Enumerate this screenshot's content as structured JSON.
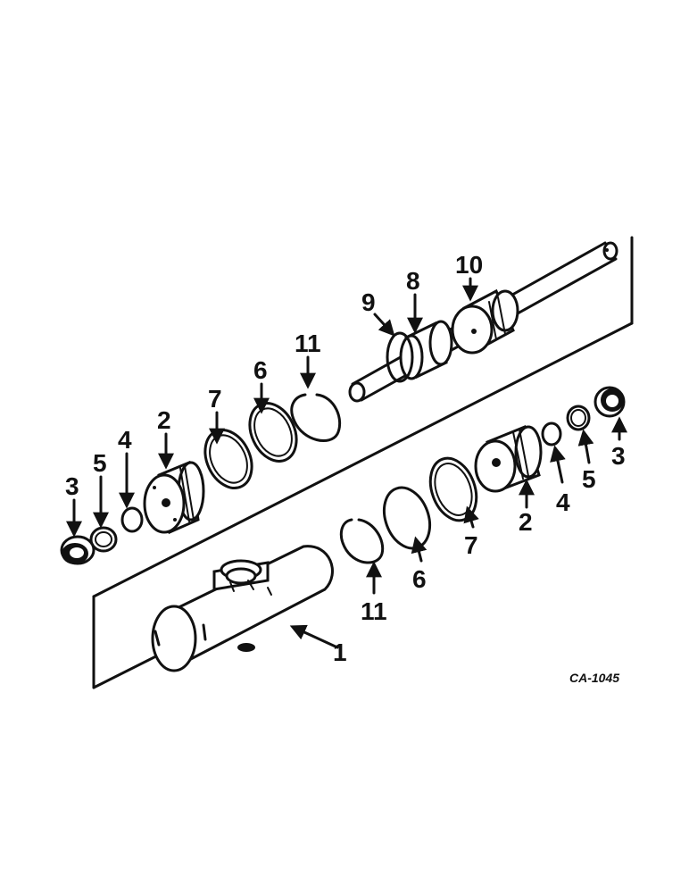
{
  "drawing_code": "CA-1045",
  "callouts": [
    {
      "id": "c1",
      "text": "1"
    },
    {
      "id": "c2l",
      "text": "2"
    },
    {
      "id": "c2r",
      "text": "2"
    },
    {
      "id": "c3l",
      "text": "3"
    },
    {
      "id": "c3r",
      "text": "3"
    },
    {
      "id": "c4l",
      "text": "4"
    },
    {
      "id": "c4r",
      "text": "4"
    },
    {
      "id": "c5l",
      "text": "5"
    },
    {
      "id": "c5r",
      "text": "5"
    },
    {
      "id": "c6u",
      "text": "6"
    },
    {
      "id": "c6d",
      "text": "6"
    },
    {
      "id": "c7u",
      "text": "7"
    },
    {
      "id": "c7d",
      "text": "7"
    },
    {
      "id": "c8",
      "text": "8"
    },
    {
      "id": "c9",
      "text": "9"
    },
    {
      "id": "c10",
      "text": "10"
    },
    {
      "id": "c11u",
      "text": "11"
    },
    {
      "id": "c11d",
      "text": "11"
    }
  ]
}
